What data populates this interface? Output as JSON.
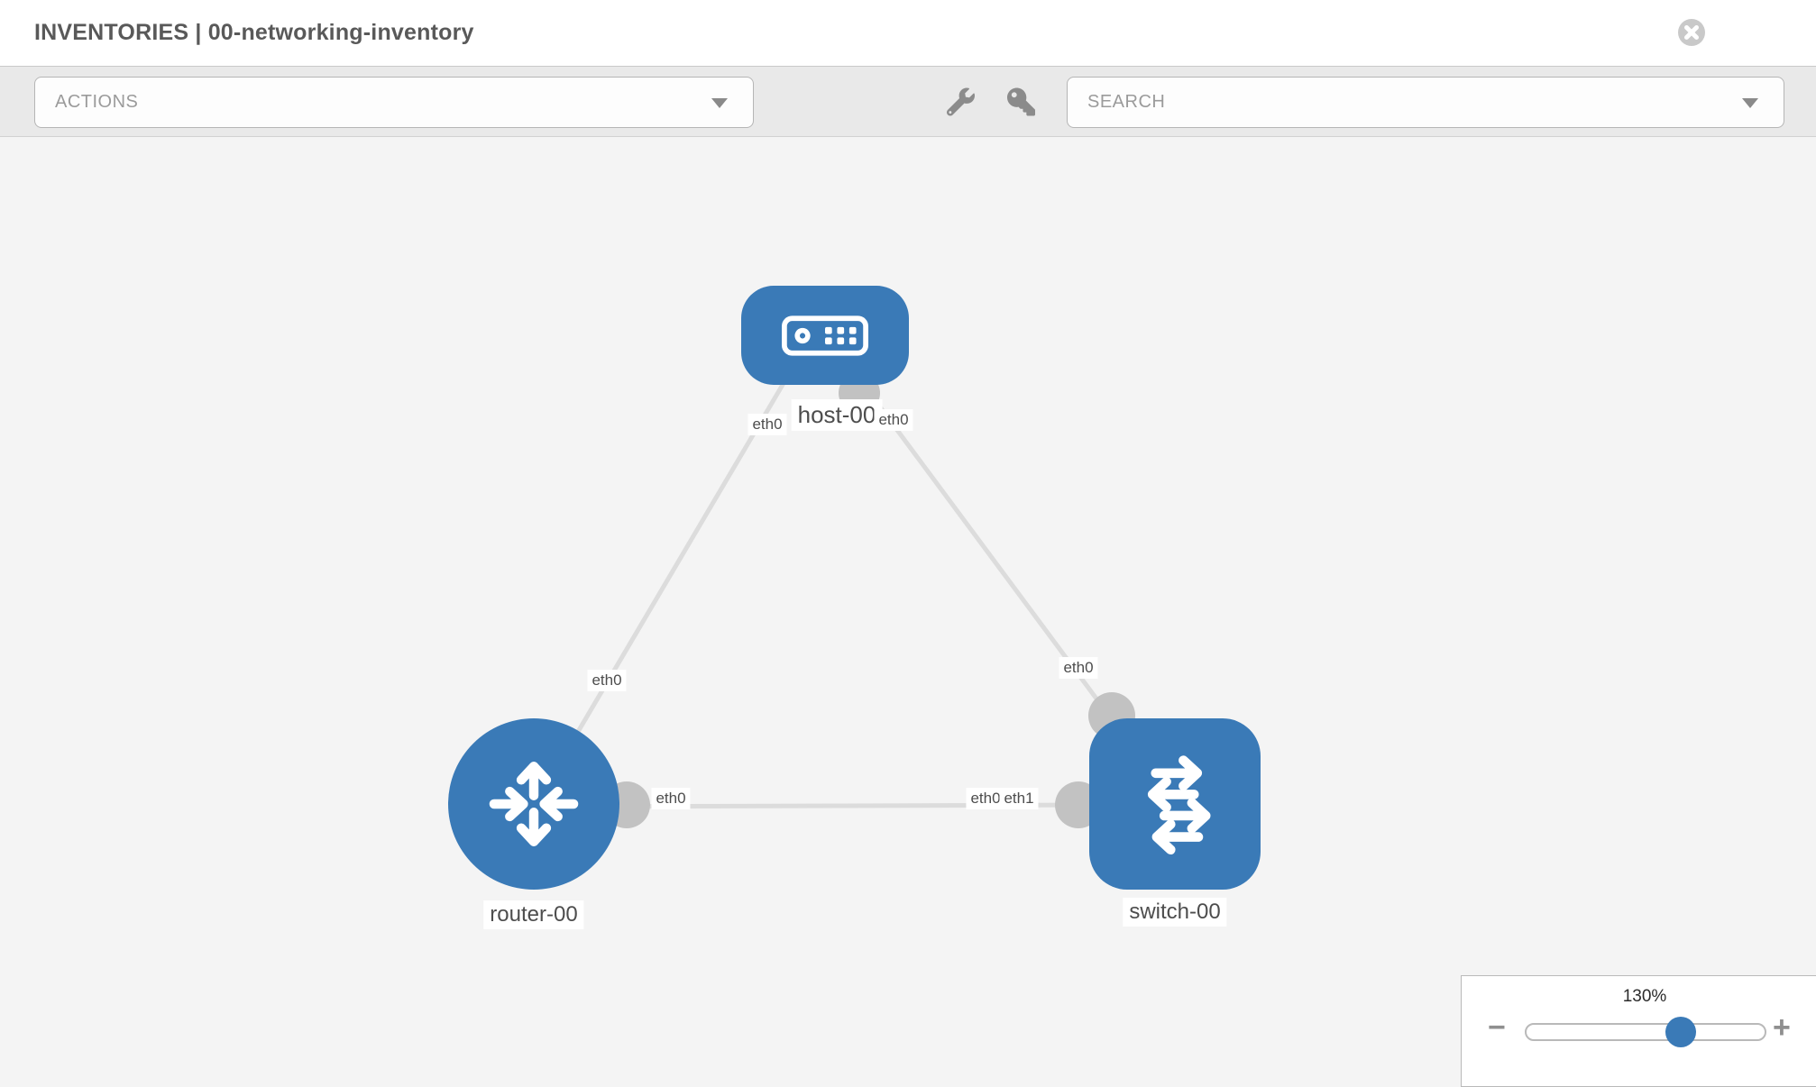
{
  "header": {
    "title": "INVENTORIES | 00-networking-inventory",
    "close_icon": "x-circle"
  },
  "toolbar": {
    "actions_label": "ACTIONS",
    "search_placeholder": "SEARCH",
    "icons": [
      "wrench-icon",
      "key-icon",
      "caret-down-icon"
    ]
  },
  "topology": {
    "nodes": [
      {
        "id": "host-00",
        "type": "host",
        "label": "host-00"
      },
      {
        "id": "router-00",
        "type": "router",
        "label": "router-00"
      },
      {
        "id": "switch-00",
        "type": "switch",
        "label": "switch-00"
      }
    ],
    "links": [
      {
        "from": "host-00",
        "to": "router-00",
        "from_if": "eth0",
        "to_if": "eth0"
      },
      {
        "from": "host-00",
        "to": "switch-00",
        "from_if": "eth0",
        "to_if": "eth0"
      },
      {
        "from": "router-00",
        "to": "switch-00",
        "from_if": "eth0",
        "to_if": "eth1",
        "note": "to-end shows overlapping eth0/eth1 labels"
      }
    ],
    "interface_labels": [
      {
        "text": "eth0"
      },
      {
        "text": "eth0"
      },
      {
        "text": "eth0"
      },
      {
        "text": "eth0"
      },
      {
        "text": "eth0"
      },
      {
        "text": "eth0"
      },
      {
        "text": "eth1"
      }
    ]
  },
  "zoom": {
    "percent": "130%",
    "minus_glyph": "−",
    "plus_glyph": "+"
  },
  "colors": {
    "node_blue": "#3a7ab7",
    "link_gray": "#dcdcdc",
    "connector_gray": "#c2c2c2",
    "toolbar_bg": "#e9e9e9",
    "canvas_bg": "#f4f4f4"
  }
}
